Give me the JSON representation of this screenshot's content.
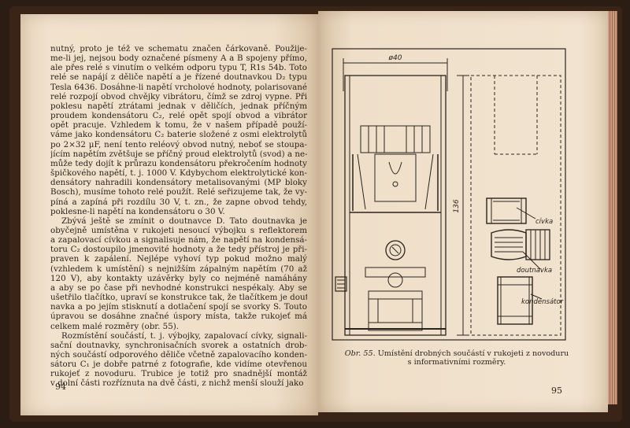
{
  "left_page": {
    "number": "94",
    "lines": [
      "nutný, proto je též ve schematu značen čárkovaně. Použije-",
      "me-li jej, nejsou body označené písmeny A a B spojeny přímo,",
      "ale přes relé s vinutím o velkém odporu typu T, R1s 54b. Toto",
      "relé se napájí z děliče napětí a je řízené doutnavkou D₂ typu",
      "Tesla 6436. Dosáhne-li napětí vrcholové hodnoty, polarisované",
      "relé rozpojí obvod chvějky vibrátoru, čímž se zdroj vypne. Při",
      "poklesu napětí ztrátami jednak v děličích, jednak příčným",
      "proudem kondensátoru C₂, relé opět spojí obvod a vibrátor",
      "opět pracuje. Vzhledem k tomu, že v našem případě použí-",
      "váme jako kondensátoru C₂ baterie složené z osmi elektrolytů",
      "po 2×32 μF, není tento reléový obvod nutný, neboť se stoupa-",
      "jícím napětím zvětšuje se příčný proud elektrolytů (svod) a ne-",
      "může tedy dojít k průrazu kondensátoru překročením hodnoty",
      "špičkového napětí, t. j. 1000 V. Kdybychom elektrolytické kon-",
      "densátory nahradili kondensátory metalisovanými (MP bloky",
      "Bosch), musíme tohoto relé použít. Relé seřizujeme tak, že vy-",
      "píná a zapíná při rozdílu 30 V, t. zn., že zapne obvod tehdy,",
      "poklesne-li napětí na kondensátoru o 30 V.",
      "Zbývá ještě se zmínit o doutnavce D. Tato doutnavka je",
      "obyčejně umístěna v rukojeti nesoucí výbojku s reflektorem",
      "a zapalovací cívkou a signalisuje nám, že napětí na kondensá-",
      "toru C₂ dostoupilo jmenovité hodnoty a že tedy přístroj je při-",
      "praven k zapálení. Nejlépe vyhoví typ pokud možno malý",
      "(vzhledem k umístění) s nejnižším zápalným napětím (70 až",
      "120 V), aby kontakty uzávěrky byly co nejméně namáhány",
      "a aby se po čase při nevhodné konstrukci nespékaly. Aby se",
      "ušetřilo tlačítko, upraví se konstrukce tak, že tlačítkem je dout-",
      "navka a po jejím stisknutí a dotlačení spojí se svorky S. Touto",
      "úpravou se dosáhne značné úspory místa, takže rukojeť má",
      "celkem malé rozměry (obr. 55).",
      "Rozmístění součástí, t. j. výbojky, zapalovací cívky, signali-",
      "sační doutnavky, synchronisačních svorek a ostatních drob-",
      "ných součástí odporového děliče včetně zapalovacího konden-",
      "sátoru C₁ je dobře patrné z fotografie, kde vidíme otevřenou",
      "rukojeť z novoduru. Trubice je totiž pro snadnější montáž",
      "v dolní části rozříznuta na dvě části, z nichž menší slouží jako"
    ]
  },
  "right_page": {
    "number": "95",
    "figure": {
      "dimension_top": "ø40",
      "dimension_side": "136",
      "labels": [
        "cívka",
        "doutnavka",
        "kondensátor"
      ]
    },
    "caption_prefix": "Obr. 55.",
    "caption_text": "Umístění drobných součástí v rukojeti z novoduru",
    "caption_line2": "s informativními rozměry."
  }
}
